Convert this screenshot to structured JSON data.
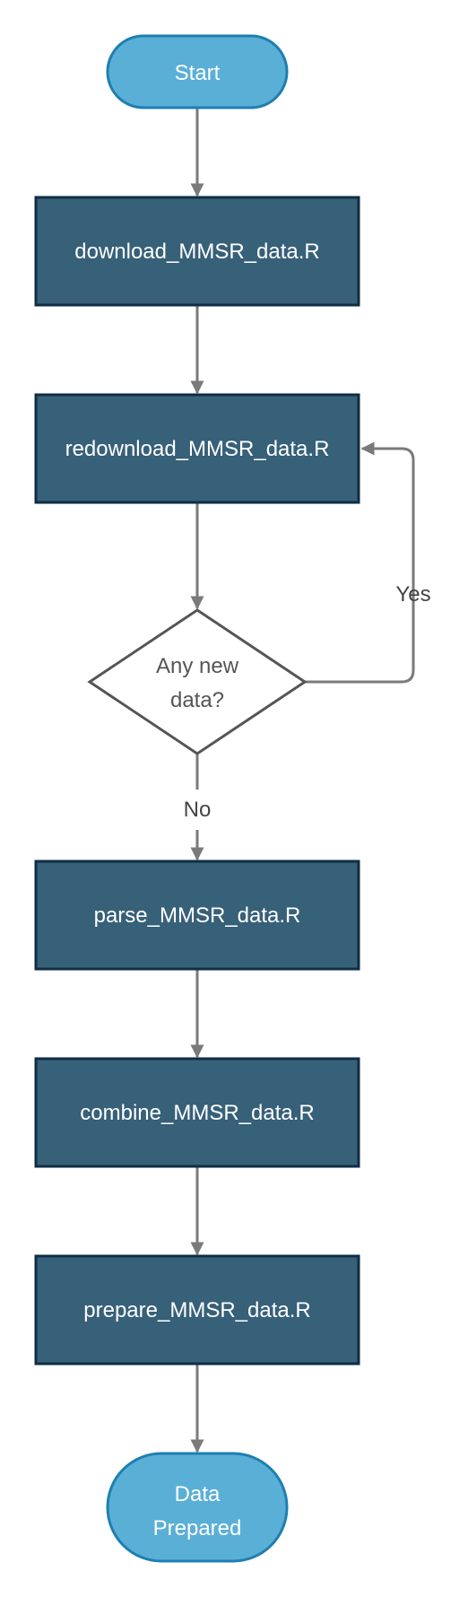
{
  "diagram": {
    "start": "Start",
    "steps": {
      "download": "download_MMSR_data.R",
      "redownload": "redownload_MMSR_data.R",
      "parse": "parse_MMSR_data.R",
      "combine": "combine_MMSR_data.R",
      "prepare": "prepare_MMSR_data.R"
    },
    "decision": {
      "line1": "Any new",
      "line2": "data?",
      "yes_label": "Yes",
      "no_label": "No"
    },
    "end": {
      "line1": "Data",
      "line2": "Prepared"
    }
  },
  "colors": {
    "terminal_fill": "#5aafd6",
    "terminal_stroke": "#1e7fb0",
    "process_fill": "#376079",
    "process_stroke": "#0f2e44",
    "connector": "#7a7a7a",
    "decision_stroke": "#555555",
    "label_text": "#444444",
    "node_text": "#ffffff"
  }
}
